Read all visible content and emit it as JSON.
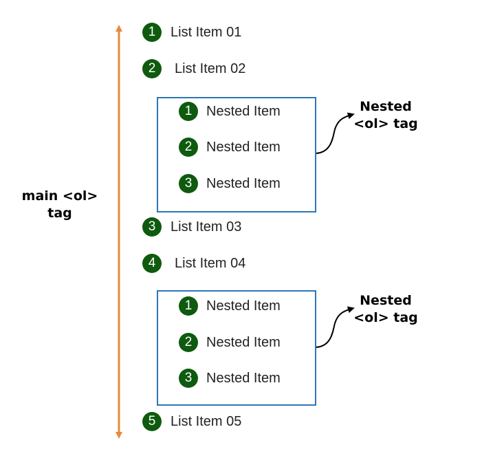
{
  "main_list": {
    "caption_line1": "main <ol>",
    "caption_line2": "tag",
    "items": [
      {
        "number": "1",
        "label": "List Item 01"
      },
      {
        "number": "2",
        "label": "List Item 02"
      },
      {
        "number": "3",
        "label": "List Item 03"
      },
      {
        "number": "4",
        "label": "List Item 04"
      },
      {
        "number": "5",
        "label": "List Item 05"
      }
    ]
  },
  "nested_lists": [
    {
      "caption_line1": "Nested",
      "caption_line2": "<ol> tag",
      "items": [
        {
          "number": "1",
          "label": "Nested Item"
        },
        {
          "number": "2",
          "label": "Nested Item"
        },
        {
          "number": "3",
          "label": "Nested Item"
        }
      ]
    },
    {
      "caption_line1": "Nested",
      "caption_line2": "<ol> tag",
      "items": [
        {
          "number": "1",
          "label": "Nested Item"
        },
        {
          "number": "2",
          "label": "Nested Item"
        },
        {
          "number": "3",
          "label": "Nested Item"
        }
      ]
    }
  ],
  "colors": {
    "badge": "#0e5a0e",
    "box_border": "#2e75b6",
    "main_arrow": "#e8893a",
    "connector": "#000000"
  }
}
